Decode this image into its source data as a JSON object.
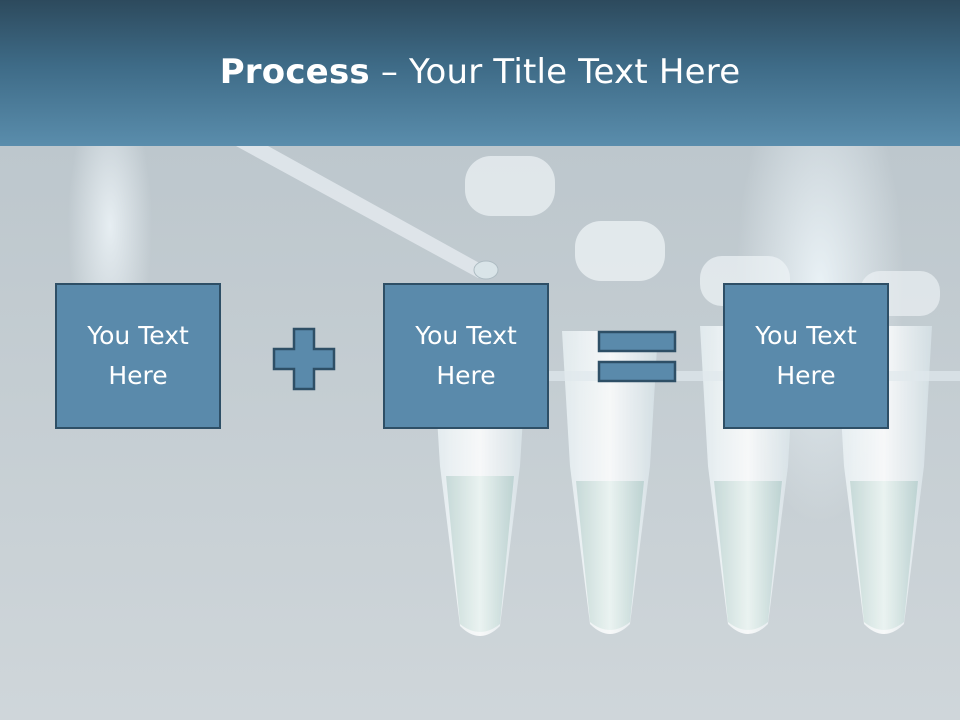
{
  "title": {
    "bold": "Process",
    "rest": " – Your Title Text Here"
  },
  "boxes": [
    {
      "line1": "You Text",
      "line2": "Here"
    },
    {
      "line1": "You Text",
      "line2": "Here"
    },
    {
      "line1": "You Text",
      "line2": "Here"
    }
  ],
  "colors": {
    "box_fill": "#5a8aab",
    "box_border": "#2e4f66",
    "title_bar": "#3e6b87"
  },
  "icons": [
    "plus-icon",
    "equals-icon"
  ]
}
